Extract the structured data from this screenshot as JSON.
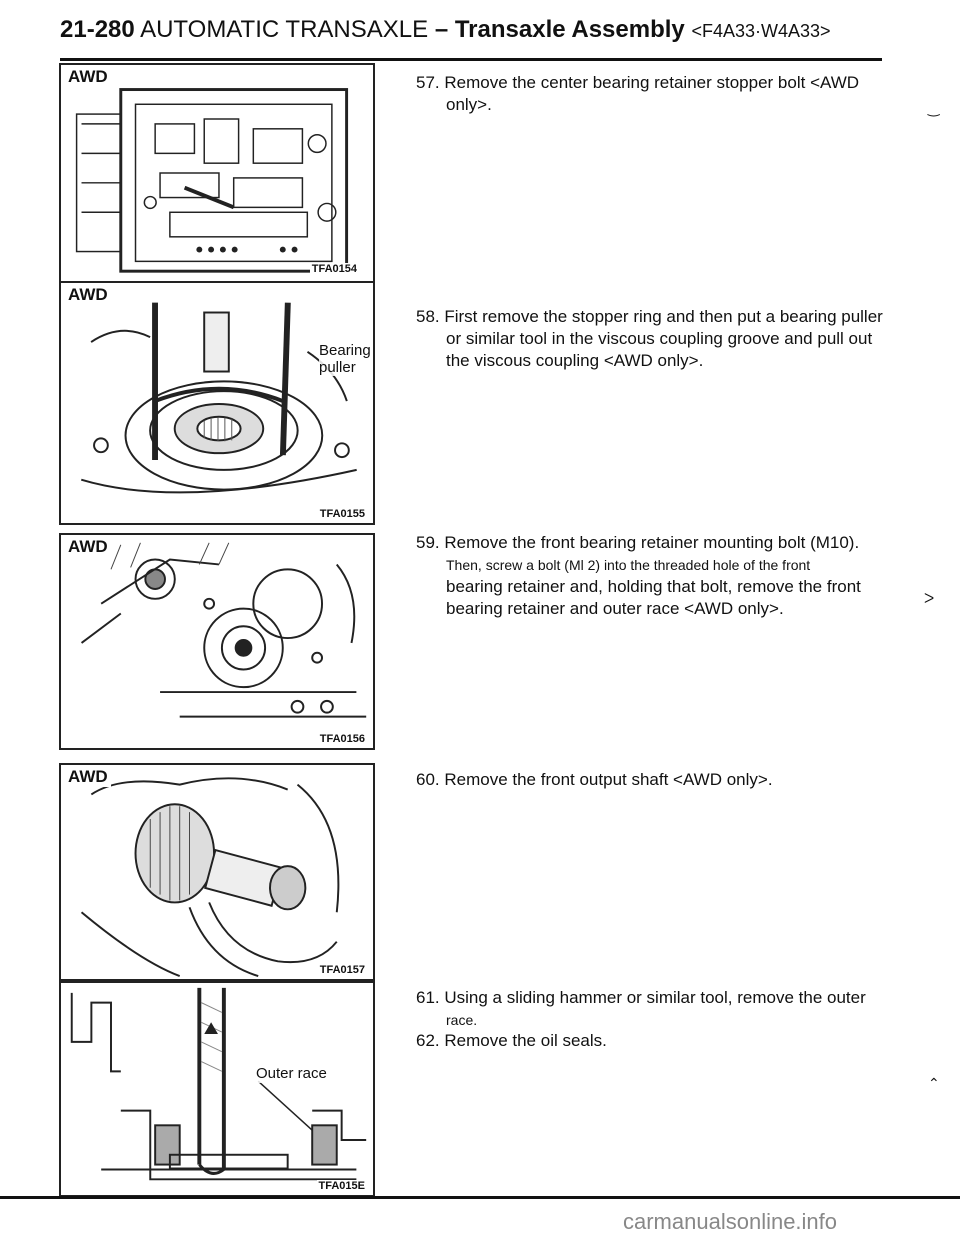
{
  "header": {
    "page_number": "21-280",
    "section": "AUTOMATIC TRANSAXLE",
    "dash": "–",
    "subsection": "Transaxle Assembly",
    "model_codes": "<F4A33·W4A33>"
  },
  "figures": [
    {
      "tag": "AWD",
      "code": "TFA0154"
    },
    {
      "tag": "AWD",
      "code": "TFA0155",
      "label": "Bearing puller"
    },
    {
      "tag": "AWD",
      "code": "TFA0156"
    },
    {
      "tag": "AWD",
      "code": "TFA0157"
    },
    {
      "tag": "",
      "code": "TFA015E",
      "label": "Outer race"
    }
  ],
  "steps": [
    {
      "first": "57. Remove the center bearing retainer stopper bolt <AWD",
      "rest": "only>."
    },
    {
      "first": "58. First remove the stopper ring and then put a bearing puller",
      "rest": "or similar tool in the viscous coupling groove and pull out",
      "rest2": "the viscous coupling <AWD only>."
    },
    {
      "first": "59. Remove the front bearing retainer mounting bolt (M10).",
      "small": "Then, screw a bolt (Ml 2) into the threaded hole of the front",
      "rest": "bearing retainer and, holding that bolt, remove the front",
      "rest2": "bearing retainer and outer race <AWD only>."
    },
    {
      "first": "60. Remove the front output shaft <AWD only>."
    },
    {
      "first": "61. Using a sliding hammer or similar tool, remove the outer",
      "small": "race."
    },
    {
      "first": "62. Remove the oil seals."
    }
  ],
  "watermark": "carmanualsonline.info"
}
